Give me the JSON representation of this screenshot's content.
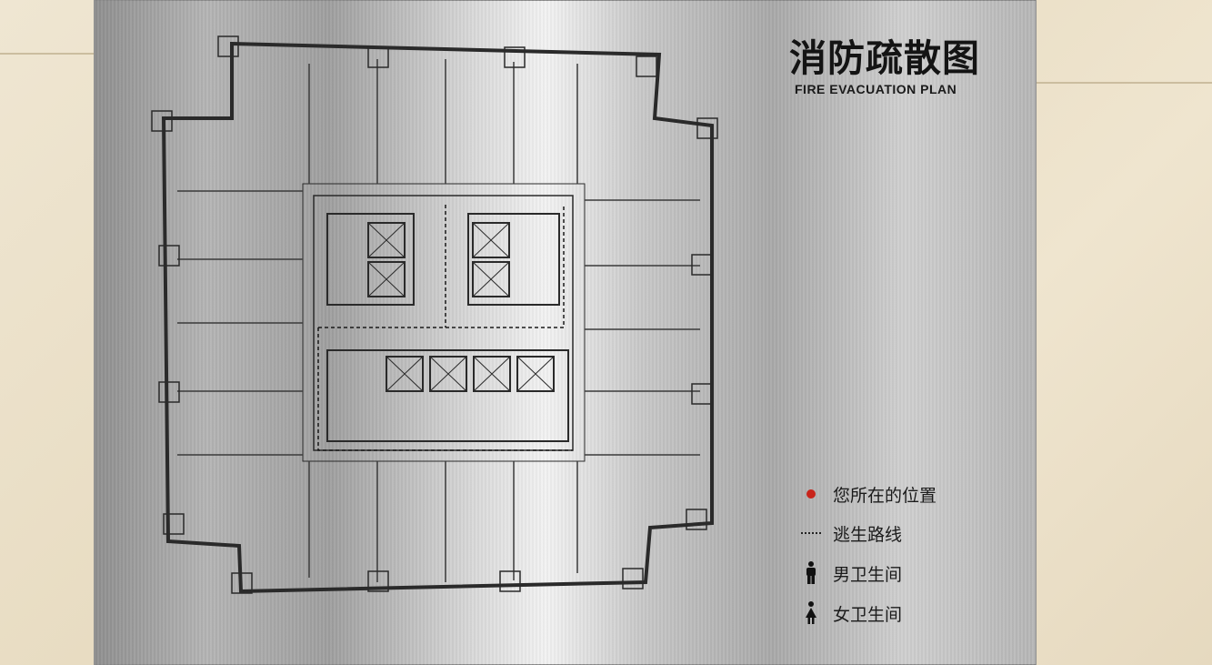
{
  "sign": {
    "title_cn": "消防疏散图",
    "title_en": "FIRE EVACUATION PLAN",
    "legend": [
      {
        "marker": "you-are-here-dot",
        "label": "您所在的位置",
        "color": "#c8241b"
      },
      {
        "marker": "dotted-line",
        "label": "逃生路线"
      },
      {
        "marker": "male-figure-icon",
        "label": "男卫生间"
      },
      {
        "marker": "female-figure-icon",
        "label": "女卫生间"
      }
    ]
  },
  "colors": {
    "plate": "#c0c0c0",
    "ink": "#2a2a2a",
    "wall": "#efe6d2"
  }
}
